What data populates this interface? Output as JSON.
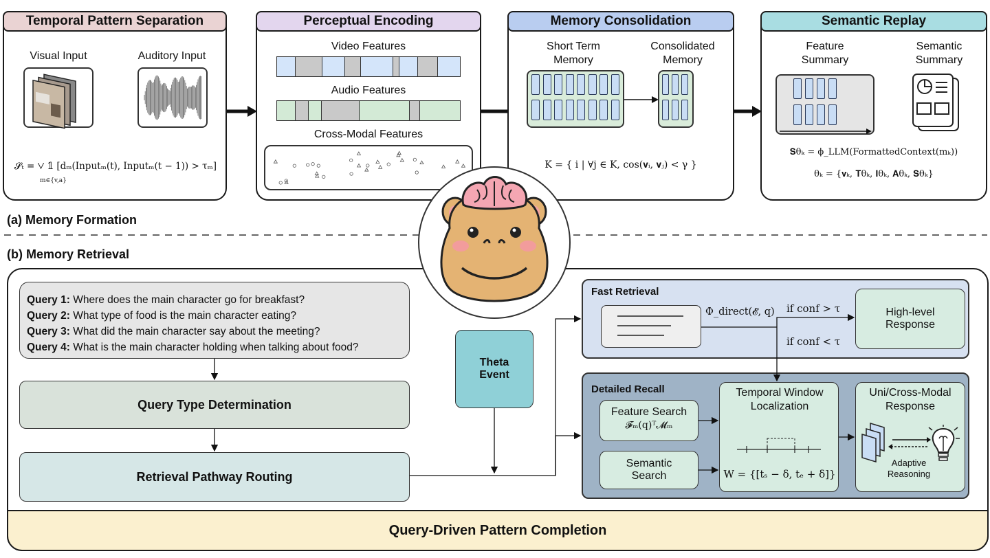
{
  "formation": {
    "section_label": "(a) Memory Formation",
    "temporal": {
      "title": "Temporal Pattern Separation",
      "visual_label": "Visual Input",
      "auditory_label": "Auditory Input",
      "formula": "𝓢ₜ = ⋁ 𝟙 [dₘ(Inputₘ(t), Inputₘ(t − 1)) > τₘ]",
      "formula_sub": "m∈{v,a}"
    },
    "perceptual": {
      "title": "Perceptual Encoding",
      "video_label": "Video Features",
      "audio_label": "Audio Features",
      "cross_label": "Cross-Modal Features"
    },
    "consolidation": {
      "title": "Memory Consolidation",
      "short_term_label": "Short Term Memory",
      "consolidated_label": "Consolidated Memory",
      "formula": "K = { i | ∀j ∈ K, cos(𝐯ᵢ, 𝐯ⱼ) < γ }"
    },
    "replay": {
      "title": "Semantic Replay",
      "feature_summary_label": "Feature Summary",
      "semantic_summary_label": "Semantic Summary",
      "formula1": "𝐒θₖ = ϕ_LLM(FormattedContext(mₖ))",
      "formula2": "θₖ = {𝐯ₖ, 𝐓θₖ, 𝐈θₖ, 𝐀θₖ, 𝐒θₖ}"
    }
  },
  "retrieval": {
    "section_label": "(b) Memory Retrieval",
    "queries": [
      {
        "label": "Query 1:",
        "text": " Where does the main character go for breakfast?"
      },
      {
        "label": "Query 2:",
        "text": " What type of food is the main character eating?"
      },
      {
        "label": "Query 3:",
        "text": " What did the main character say about the meeting?"
      },
      {
        "label": "Query 4:",
        "text": " What is the main character holding when talking about food?"
      }
    ],
    "query_type": "Query Type Determination",
    "pathway": "Retrieval Pathway Routing",
    "theta_event": "Theta Event",
    "fast": {
      "title": "Fast Retrieval",
      "formula": "Φ_direct(𝓔, q)",
      "cond_high": "if conf > τ",
      "cond_low": "if conf < τ",
      "response": "High-level Response"
    },
    "detailed": {
      "title": "Detailed Recall",
      "feature_search": "Feature Search",
      "feature_formula": "𝓕ₘ(q)ᵀ𝓜ₘ",
      "semantic_search": "Semantic Search",
      "temporal_window": "Temporal Window Localization",
      "window_formula": "W = {[tₛ − δ, tₑ + δ]}",
      "response_title": "Uni/Cross-Modal Response",
      "adaptive": "Adaptive Reasoning"
    },
    "completion": "Query-Driven Pattern Completion"
  },
  "colors": {
    "temporal_title": "#ead3d3",
    "perceptual_title": "#e3d6ee",
    "consolidation_title": "#b9cdf0",
    "replay_title": "#a9dde2",
    "query_box": "#e6e6e6",
    "query_type_box": "#d9e2da",
    "pathway_box": "#d6e7e7",
    "theta_box": "#8fd0d7",
    "fast_panel": "#d7e1f1",
    "detailed_panel": "#9fb3c6",
    "completion_box": "#fbf0cf",
    "video_bar": "#d4e5fa",
    "audio_bar": "#d3ead6"
  },
  "icons": [
    "film-frames-icon",
    "waveform-icon",
    "document-icon",
    "lightbulb-icon",
    "hippo-mascot-icon"
  ]
}
